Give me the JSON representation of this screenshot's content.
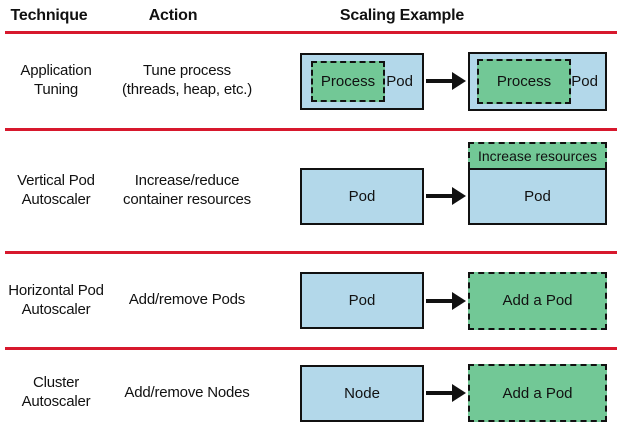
{
  "header": {
    "technique": "Technique",
    "action": "Action",
    "scaling_example": "Scaling Example"
  },
  "colors": {
    "box_blue": "#b3d8ea",
    "box_green": "#72c896",
    "separator_red": "#d7182d",
    "ink": "#111111"
  },
  "rows": [
    {
      "technique": "Application\nTuning",
      "action": "Tune process\n(threads, heap, etc.)",
      "example": {
        "before": {
          "process_label": "Process",
          "pod_label": "Pod"
        },
        "after": {
          "process_label": "Process",
          "pod_label": "Pod"
        }
      }
    },
    {
      "technique": "Vertical Pod\nAutoscaler",
      "action": "Increase/reduce\ncontainer resources",
      "example": {
        "before": {
          "pod_label": "Pod"
        },
        "after": {
          "overlay_label": "Increase resources",
          "pod_label": "Pod"
        }
      }
    },
    {
      "technique": "Horizontal Pod\nAutoscaler",
      "action": "Add/remove Pods",
      "example": {
        "before": {
          "pod_label": "Pod"
        },
        "after": {
          "action_label": "Add a Pod"
        }
      }
    },
    {
      "technique": "Cluster\nAutoscaler",
      "action": "Add/remove Nodes",
      "example": {
        "before": {
          "node_label": "Node"
        },
        "after": {
          "action_label": "Add a Pod"
        }
      }
    }
  ]
}
